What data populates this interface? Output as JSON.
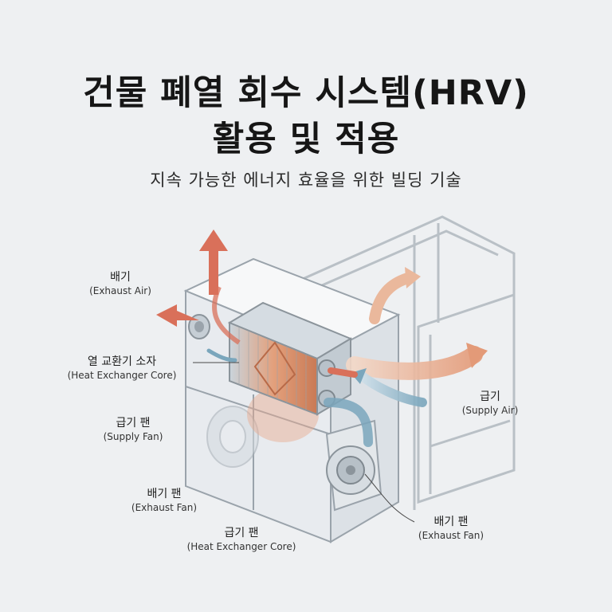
{
  "header": {
    "title_line1": "건물 폐열 회수 시스템(HRV)",
    "title_line2": "활용 및 적용",
    "subtitle": "지속 가능한 에너지 효율을 위한 빌딩 기술"
  },
  "labels": {
    "exhaust_air": {
      "ko": "배기",
      "en": "(Exhaust Air)"
    },
    "heat_exchanger_core": {
      "ko": "열 교환기 소자",
      "en": "(Heat Exchanger Core)"
    },
    "supply_fan": {
      "ko": "급기 팬",
      "en": "(Supply Fan)"
    },
    "exhaust_fan_left": {
      "ko": "배기 팬",
      "en": "(Exhaust Fan)"
    },
    "supply_fan_bottom": {
      "ko": "급기 팬",
      "en": "(Heat Exchanger Core)"
    },
    "supply_air": {
      "ko": "급기",
      "en": "(Supply Air)"
    },
    "exhaust_fan_right": {
      "ko": "배기 팬",
      "en": "(Exhaust Fan)"
    }
  },
  "colors": {
    "warm_airflow": "#d9705a",
    "warm_light": "#eab89c",
    "cool_airflow": "#7aa6bc",
    "housing_stroke": "#9aa3ab",
    "background": "#eef0f2"
  }
}
